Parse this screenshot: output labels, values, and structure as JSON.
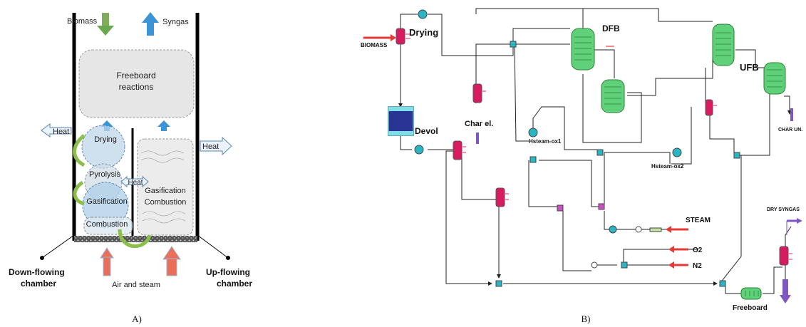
{
  "panel_a": {
    "caption": "A)",
    "labels": {
      "biomass": "Biomass",
      "syngas": "Syngas",
      "freeboard_1": "Freeboard",
      "freeboard_2": "reactions",
      "heat_left": "Heat",
      "heat_right": "Heat",
      "heat_mid": "Heat",
      "drying": "Drying",
      "pyrolysis": "Pyrolysis",
      "gasification_left": "Gasification",
      "combustion_left": "Combustion",
      "gasification_right": "Gasification",
      "combustion_right": "Combustion",
      "air_steam": "Air and steam",
      "down_1": "Down-flowing",
      "down_2": "chamber",
      "up_1": "Up-flowing",
      "up_2": "chamber"
    },
    "colors": {
      "arrow_blue": "#3b94d6",
      "arrow_red": "#ea6f5a",
      "arrow_green": "#6aa84f",
      "cycle_green": "#8bbf4a"
    }
  },
  "panel_b": {
    "caption": "B)",
    "labels": {
      "biomass": "BIOMASS",
      "drying": "Drying",
      "devol": "Devol",
      "char_el": "Char el.",
      "dfb": "DFB",
      "ufb": "UFB",
      "char_un": "CHAR UN.",
      "hsteam_ox1": "Hsteam-ox1",
      "hsteam_ox2": "Hsteam-ox2",
      "steam": "STEAM",
      "o2": "O2",
      "n2": "N2",
      "dry_syngas": "DRY SYNGAS",
      "freeboard": "Freeboard"
    },
    "colors": {
      "reactor_green": "#5fd17a",
      "heater_red": "#d81b60",
      "mixer_teal": "#29b6c2",
      "splitter_pink": "#c850c0",
      "stream_red": "#e53935",
      "product_purple": "#7e57c2",
      "devol_blue": "#283593"
    }
  }
}
